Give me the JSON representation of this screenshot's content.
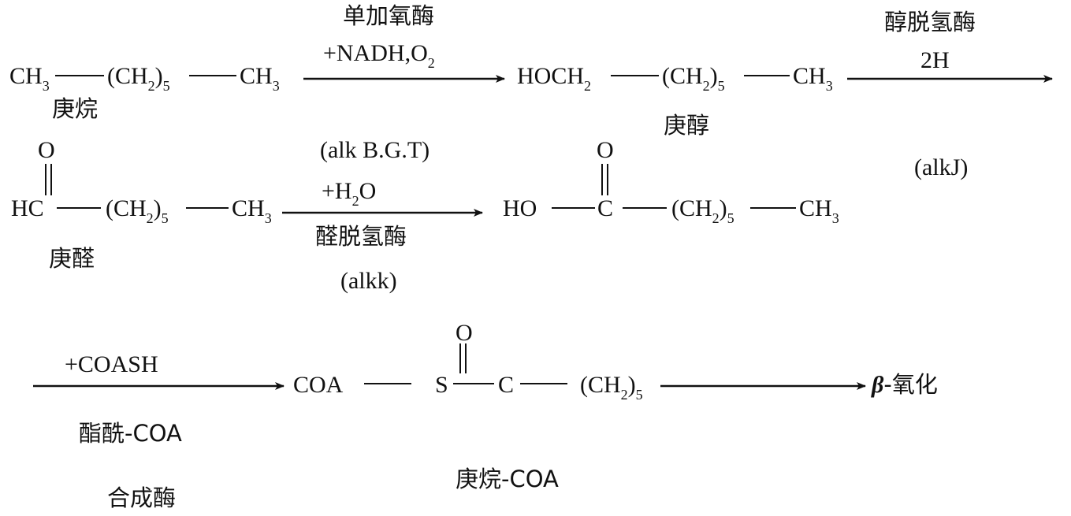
{
  "row1": {
    "heptane": {
      "a": "CH",
      "a_sub": "3",
      "b": "(CH",
      "b_sub1": "2",
      "b_close": ")",
      "b_sub2": "5",
      "c": "CH",
      "c_sub": "3"
    },
    "heptane_name": "庚烷",
    "enzyme1": {
      "name": "单加氧酶",
      "cofactor_pre": "+NADH,O",
      "cofactor_sub": "2"
    },
    "heptanol": {
      "a": "HOCH",
      "a_sub": "2",
      "b": "(CH",
      "b_sub1": "2",
      "b_close": ")",
      "b_sub2": "5",
      "c": "CH",
      "c_sub": "3"
    },
    "heptanol_name": "庚醇",
    "enzyme2": {
      "name": "醇脱氢酶",
      "cofactor": "2H"
    }
  },
  "row2": {
    "enzyme1_gene": "(alk B.G.T)",
    "enzyme2_gene": "(alkJ)",
    "heptanal": {
      "o": "O",
      "hc": "HC",
      "b": "(CH",
      "b_sub1": "2",
      "b_close": ")",
      "b_sub2": "5",
      "c": "CH",
      "c_sub": "3"
    },
    "heptanal_name": "庚醛",
    "enzyme3": {
      "cofactor_pre": "+H",
      "cofactor_sub": "2",
      "cofactor_post": "O",
      "name": "醛脱氢酶",
      "gene": "(alkk)"
    },
    "acid": {
      "ho": "HO",
      "o": "O",
      "c": "C",
      "b": "(CH",
      "b_sub1": "2",
      "b_close": ")",
      "b_sub2": "5",
      "ch3": "CH",
      "ch3_sub": "3"
    }
  },
  "row3": {
    "enzyme4": {
      "cofactor": "+COASH",
      "name_line1": "酯酰-COA",
      "name_line2": "合成酶"
    },
    "product": {
      "coa": "COA",
      "o": "O",
      "s": "S",
      "c": "C",
      "b": "(CH",
      "b_sub1": "2",
      "b_close": ")",
      "b_sub2": "5"
    },
    "product_name": "庚烷-COA",
    "final": {
      "beta": "β",
      "rest": "-氧化"
    }
  }
}
